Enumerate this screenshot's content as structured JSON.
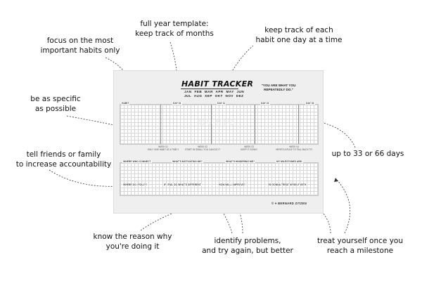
{
  "callouts": {
    "full_year": [
      "full year template:",
      "keep track of months"
    ],
    "each_day": [
      "keep track of each",
      "habit one day at a time"
    ],
    "focus": [
      "focus on the most",
      "important habits only"
    ],
    "specific": [
      "be as specific",
      "as possible"
    ],
    "friends": [
      "tell friends or family",
      "to increase accountability"
    ],
    "up_to": [
      "up to 33 or 66 days"
    ],
    "reason": [
      "know the reason why",
      "you're doing it"
    ],
    "identify": [
      "identify problems,",
      "and try again, but better"
    ],
    "treat": [
      "treat yourself once you",
      "reach a milestone"
    ]
  },
  "sheet": {
    "title": "HABIT TRACKER",
    "months_row1": "JAN FEB MAR APR MAY JUN",
    "months_row2": "JUL AUG SEP OKT NOV DEZ",
    "quote": "\"YOU ARE WHAT YOU REPEATEDLY DO.\"",
    "col_habit": "HABIT",
    "col_day1": "DAY 01",
    "col_day11": "DAY 11",
    "col_day22": "DAY 22",
    "col_day33": "DAY 33",
    "week1_label": "WEEK 01",
    "week1_text": "ONLY ONE HABIT AT A TIME !!",
    "week2_label": "WEEK 02",
    "week2_text": "START IN SMALL YOU CAN DO IT",
    "week3_label": "WEEK 03",
    "week3_text": "KEEP IT GOING",
    "week4_label": "WEEK 04",
    "week4_text": "HERE'S A RULE TO FALL BACK TO",
    "q_who": "WHERE WHO CONNECT",
    "q_motivation": "WHAT'S MOTIVATING ME?",
    "q_hindering": "WHAT'S HINDERING ME?",
    "q_milestone": "MY MILESTONES ARE:",
    "q_why": "WHERE DO I FOLLY?",
    "q_change": "IF I FAIL DO WHAT'S DIFFERENT",
    "q_improve": "HOW WILL I IMPROVE?",
    "q_treat": "I'M GONNA TREAT MYSELF WITH",
    "brand": "© ♥ BERNARD ZITZEN",
    "watermark": "GUNIG"
  }
}
